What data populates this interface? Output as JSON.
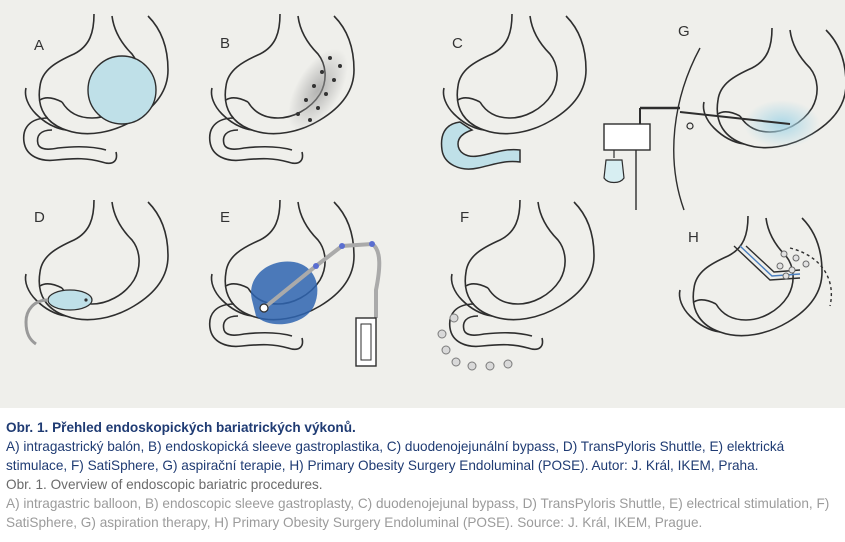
{
  "panels": {
    "a": {
      "letter": "A"
    },
    "b": {
      "letter": "B"
    },
    "c": {
      "letter": "C"
    },
    "d": {
      "letter": "D"
    },
    "e": {
      "letter": "E"
    },
    "f": {
      "letter": "F"
    },
    "g": {
      "letter": "G"
    },
    "h": {
      "letter": "H"
    }
  },
  "colors": {
    "background": "#efefeb",
    "outline": "#2e2e2e",
    "balloon": "#bfe0e8",
    "stimulation": "#2e64b0",
    "caption_cz": "#1f3b73",
    "caption_en_title": "#6b6b6b",
    "caption_en_text": "#9b9b9b"
  },
  "caption": {
    "cz_title": "Obr. 1. Přehled endoskopických bariatrických výkonů.",
    "cz_text": "A) intragastrický balón, B) endoskopická sleeve gastroplastika, C) duodenojejunální bypass, D) TransPyloris Shuttle, E) elektrická stimulace, F) SatiSphere, G) aspirační terapie, H) Primary Obesity Surgery Endoluminal (POSE). Autor: J. Král, IKEM, Praha.",
    "en_title": "Obr. 1. Overview of endoscopic bariatric procedures.",
    "en_text": "A) intragastric balloon, B) endoscopic sleeve gastroplasty, C) duodenojejunal bypass, D) TransPyloris Shuttle, E) electrical stimulation, F) SatiSphere, G) aspiration therapy, H) Primary Obesity Surgery Endoluminal (POSE). Source: J. Král, IKEM, Prague."
  }
}
